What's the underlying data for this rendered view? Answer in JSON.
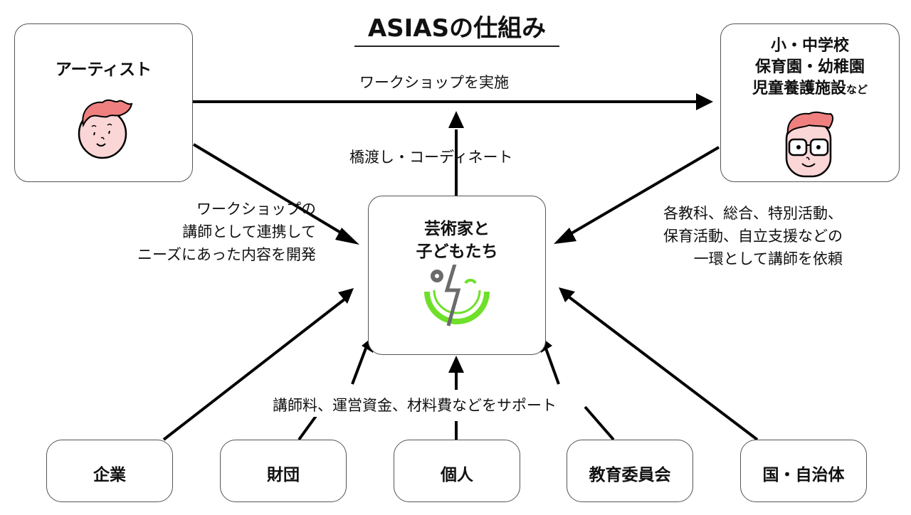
{
  "title": "ASIASの仕組み",
  "nodes": {
    "artist": {
      "label": "アーティスト",
      "icon": "artist-face-icon"
    },
    "schools": {
      "lines": [
        "小・中学校",
        "保育園・幼稚園",
        "児童養護施設"
      ],
      "suffix": "など",
      "icon": "child-with-glasses-face-icon"
    },
    "center": {
      "lines": [
        "芸術家と",
        "子どもたち"
      ],
      "icon": "asias-logo-icon"
    },
    "funders": [
      {
        "label": "企業"
      },
      {
        "label": "財団"
      },
      {
        "label": "個人"
      },
      {
        "label": "教育委員会"
      },
      {
        "label": "国・自治体"
      }
    ]
  },
  "edges": {
    "artist_to_schools": "ワークショップを実施",
    "center_to_top": "橋渡し・コーディネート",
    "artist_to_center": [
      "ワークショップの",
      "講師として連携して",
      "ニーズにあった内容を開発"
    ],
    "schools_to_center": [
      "各教科、総合、特別活動、",
      "保育活動、自立支援などの",
      "一環として講師を依頼"
    ],
    "funders_to_center": "講師料、運営資金、材料費などをサポート"
  },
  "colors": {
    "line": "#000000",
    "border": "#555555",
    "logo_green": "#6ee02a",
    "logo_gray": "#6b6b6b",
    "hair": "#f08080",
    "skin": "#fbd6d6"
  }
}
